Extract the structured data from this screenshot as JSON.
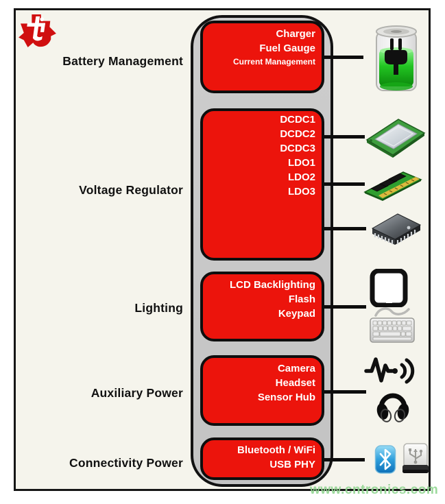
{
  "watermark": "www.cntronics.com",
  "sections": [
    {
      "label": "Battery Management",
      "items": [
        "Charger",
        "Fuel Gauge",
        "Current Management"
      ],
      "icons": [
        "battery-charging-icon"
      ]
    },
    {
      "label": "Voltage Regulator",
      "items": [
        "DCDC1",
        "DCDC2",
        "DCDC3",
        "LDO1",
        "LDO2",
        "LDO3"
      ],
      "icons": [
        "cpu-icon",
        "ram-icon",
        "microcontroller-icon"
      ]
    },
    {
      "label": "Lighting",
      "items": [
        "LCD Backlighting",
        "Flash",
        "Keypad"
      ],
      "icons": [
        "tablet-display-icon",
        "keyboard-icon"
      ]
    },
    {
      "label": "Auxiliary Power",
      "items": [
        "Camera",
        "Headset",
        "Sensor Hub"
      ],
      "icons": [
        "audio-signal-icon",
        "headphones-icon"
      ]
    },
    {
      "label": "Connectivity Power",
      "items": [
        "Bluetooth / WiFi",
        "USB PHY"
      ],
      "icons": [
        "bluetooth-icon",
        "usb-drive-icon"
      ]
    }
  ],
  "logo": {
    "name": "ti-logo-icon"
  },
  "colors": {
    "block_red": "#ec140c",
    "pillar_gray": "#c7c7c7",
    "background_cream": "#f5f4ec",
    "frame_border": "#161616",
    "label_black": "#101010",
    "ti_red": "#d00f10",
    "watermark_green": "#92d692",
    "bluetooth_blue": "#2196d6",
    "battery_green": "#1db41d"
  }
}
